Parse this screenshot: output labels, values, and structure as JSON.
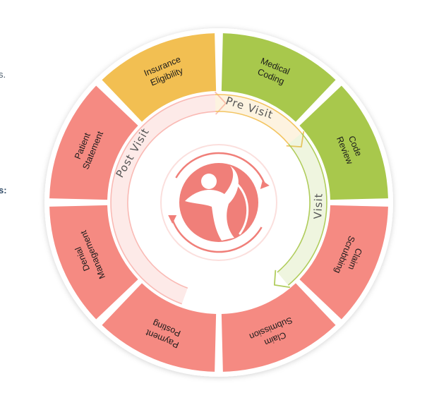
{
  "page_edge_text": {
    "frag_1": "s.",
    "frag_2": "s:"
  },
  "segments": [
    {
      "id": "insurance-eligibility",
      "lines": [
        "Insurance",
        "Eligibility"
      ],
      "color": "#f2bf52"
    },
    {
      "id": "medical-coding",
      "lines": [
        "Medical",
        "Coding"
      ],
      "color": "#a8c84c"
    },
    {
      "id": "code-review",
      "lines": [
        "Code",
        "Review"
      ],
      "color": "#a8c84c"
    },
    {
      "id": "claim-scrubbing",
      "lines": [
        "Claim",
        "Scrubbing"
      ],
      "color": "#f58a82"
    },
    {
      "id": "claim-submission",
      "lines": [
        "Claim",
        "Submission"
      ],
      "color": "#f58a82"
    },
    {
      "id": "payment-posting",
      "lines": [
        "Payment",
        "Posting"
      ],
      "color": "#f58a82"
    },
    {
      "id": "denial-management",
      "lines": [
        "Denial",
        "Management"
      ],
      "color": "#f58a82"
    },
    {
      "id": "patient-statement",
      "lines": [
        "Patient",
        "Statement"
      ],
      "color": "#f58a82"
    }
  ],
  "phases": {
    "pre_visit": "Pre Visit",
    "visit": "Visit",
    "post_visit": "Post Visit"
  },
  "colors": {
    "pre_visit_arrow": "#f2bf52",
    "visit_arrow": "#a8c84c",
    "post_visit_arrow": "#f58a82",
    "logo": "#f07f79"
  },
  "center_logo": {
    "icon": "person-cycle-logo-icon"
  }
}
